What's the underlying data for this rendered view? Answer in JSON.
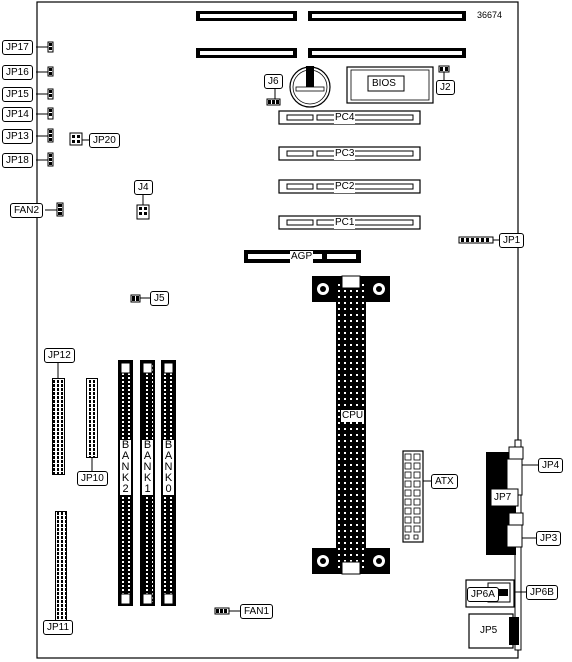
{
  "board_number": "36674",
  "labels": {
    "jp17": "JP17",
    "jp16": "JP16",
    "jp15": "JP15",
    "jp14": "JP14",
    "jp13": "JP13",
    "jp18": "JP18",
    "jp20": "JP20",
    "j6": "J6",
    "j2": "J2",
    "bios": "BIOS",
    "pc4": "PC4",
    "pc3": "PC3",
    "pc2": "PC2",
    "pc1": "PC1",
    "j4": "J4",
    "fan2": "FAN2",
    "jp1": "JP1",
    "agp": "AGP",
    "j5": "J5",
    "cpu": "CPU",
    "jp12": "JP12",
    "jp10": "JP10",
    "bank2": "BANK2",
    "bank1": "BANK1",
    "bank0": "BANK0",
    "atx": "ATX",
    "jp4": "JP4",
    "jp7": "JP7",
    "jp3": "JP3",
    "jp11": "JP11",
    "fan1": "FAN1",
    "jp6a": "JP6A",
    "jp6b": "JP6B",
    "jp5": "JP5"
  }
}
